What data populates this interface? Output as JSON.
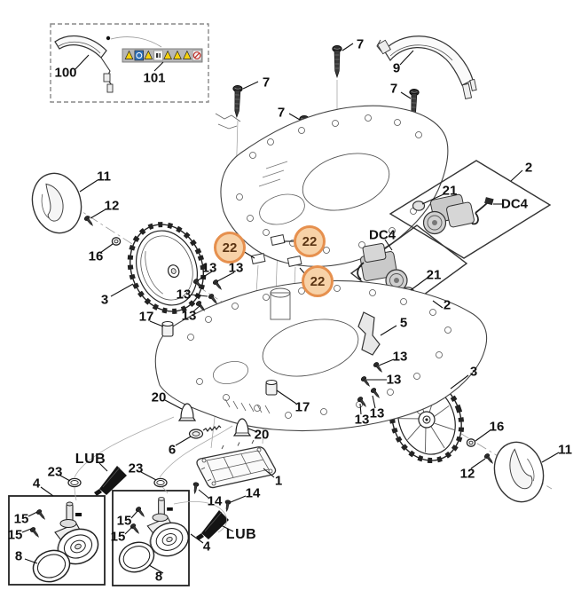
{
  "diagram_type": "exploded-parts-diagram",
  "colors": {
    "background": "#ffffff",
    "line": "#1a1a1a",
    "highlight_fill": "#f7d2a8",
    "highlight_border": "#e6904e",
    "highlight_text": "#5a3413",
    "sticker_yellow": "#f5d10e",
    "sticker_blue": "#2e6fb7",
    "sticker_red": "#c03028",
    "sticker_bg": "#b8b8b8"
  },
  "inset": {
    "part_label": "100",
    "sticker_label": "101",
    "sticker_icons": [
      "warning-triangle",
      "blue-mandatory-circle",
      "warning-triangle",
      "manual-panel",
      "warning-triangle",
      "warning-triangle",
      "warning-triangle",
      "red-prohibition-circle"
    ]
  },
  "highlights": [
    {
      "text": "22"
    },
    {
      "text": "22"
    },
    {
      "text": "22"
    }
  ],
  "labels": [
    {
      "text": "100"
    },
    {
      "text": "101"
    },
    {
      "text": "7"
    },
    {
      "text": "7"
    },
    {
      "text": "7"
    },
    {
      "text": "7"
    },
    {
      "text": "9"
    },
    {
      "text": "2"
    },
    {
      "text": "21"
    },
    {
      "text": "DC4"
    },
    {
      "text": "DC4"
    },
    {
      "text": "21"
    },
    {
      "text": "2"
    },
    {
      "text": "11"
    },
    {
      "text": "12"
    },
    {
      "text": "16"
    },
    {
      "text": "3"
    },
    {
      "text": "13"
    },
    {
      "text": "13"
    },
    {
      "text": "13"
    },
    {
      "text": "13"
    },
    {
      "text": "17"
    },
    {
      "text": "5"
    },
    {
      "text": "13"
    },
    {
      "text": "13"
    },
    {
      "text": "13"
    },
    {
      "text": "13"
    },
    {
      "text": "3"
    },
    {
      "text": "16"
    },
    {
      "text": "12"
    },
    {
      "text": "11"
    },
    {
      "text": "17"
    },
    {
      "text": "20"
    },
    {
      "text": "20"
    },
    {
      "text": "6"
    },
    {
      "text": "23"
    },
    {
      "text": "23"
    },
    {
      "text": "LUB"
    },
    {
      "text": "4"
    },
    {
      "text": "15"
    },
    {
      "text": "15"
    },
    {
      "text": "8"
    },
    {
      "text": "15"
    },
    {
      "text": "15"
    },
    {
      "text": "8"
    },
    {
      "text": "1"
    },
    {
      "text": "14"
    },
    {
      "text": "14"
    },
    {
      "text": "LUB"
    },
    {
      "text": "4"
    }
  ]
}
